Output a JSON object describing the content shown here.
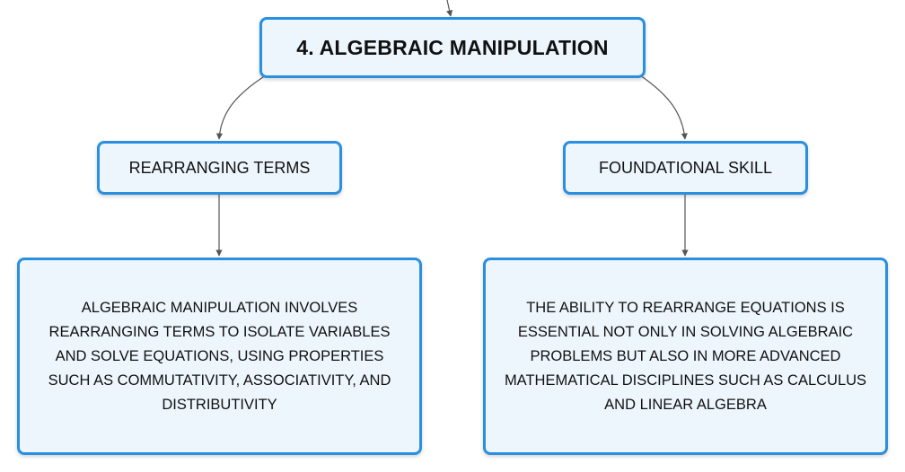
{
  "diagram": {
    "root": {
      "label": "4. ALGEBRAIC MANIPULATION"
    },
    "left_branch": {
      "label": "REARRANGING TERMS",
      "detail": "ALGEBRAIC MANIPULATION INVOLVES REARRANGING TERMS TO ISOLATE VARIABLES AND SOLVE EQUATIONS, USING PROPERTIES SUCH AS COMMUTATIVITY, ASSOCIATIVITY, AND DISTRIBUTIVITY"
    },
    "right_branch": {
      "label": "FOUNDATIONAL SKILL",
      "detail": "THE ABILITY TO REARRANGE EQUATIONS IS ESSENTIAL NOT ONLY IN SOLVING ALGEBRAIC PROBLEMS BUT ALSO IN MORE ADVANCED MATHEMATICAL DISCIPLINES SUCH AS CALCULUS AND LINEAR ALGEBRA"
    },
    "colors": {
      "node_border": "#2b8fe0",
      "node_fill": "#eef6fd",
      "connector": "#555555",
      "text": "#111111"
    }
  }
}
